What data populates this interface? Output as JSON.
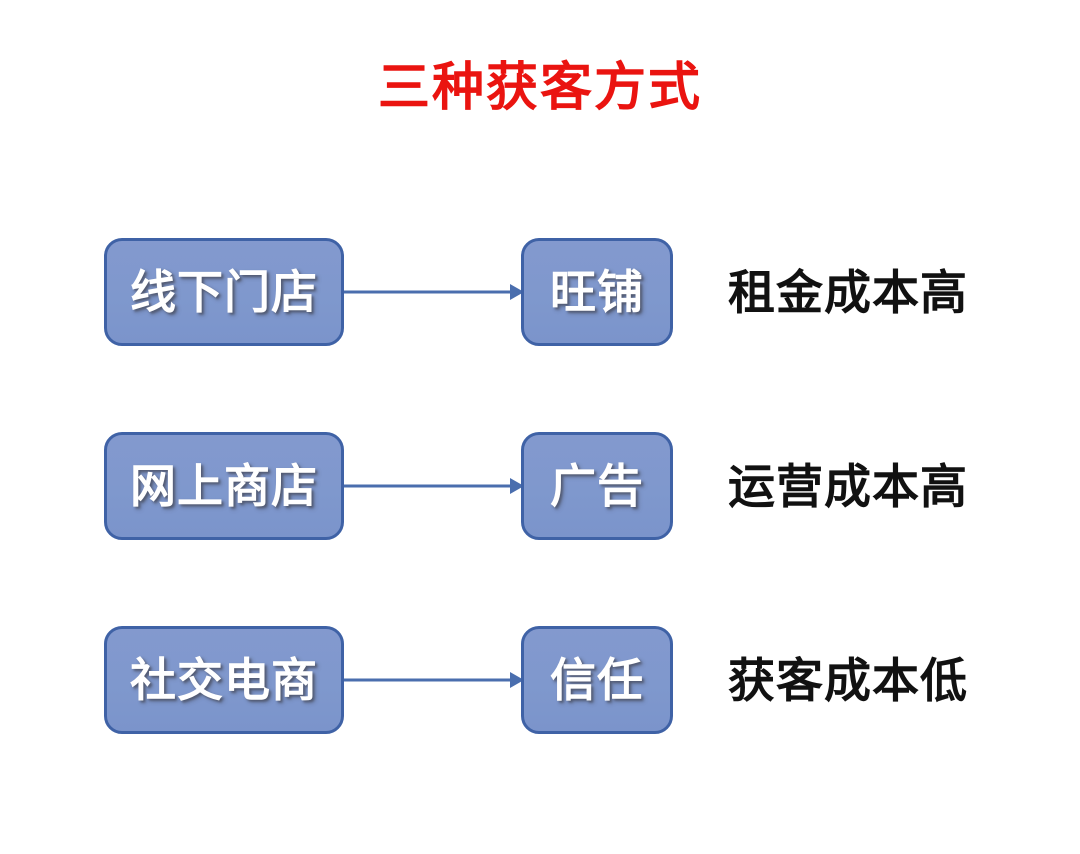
{
  "title": "三种获客方式",
  "colors": {
    "title_red": "#ea1410",
    "box_fill": "#7f98cd",
    "box_border": "#3f62a6",
    "box_text": "#ffffff",
    "arrow": "#4a6eae",
    "outcome_text": "#111111",
    "background": "#ffffff"
  },
  "rows": [
    {
      "source": "线下门店",
      "arrow": "arrow-right-icon",
      "target": "旺铺",
      "outcome": "租金成本高"
    },
    {
      "source": "网上商店",
      "arrow": "arrow-right-icon",
      "target": "广告",
      "outcome": "运营成本高"
    },
    {
      "source": "社交电商",
      "arrow": "arrow-right-icon",
      "target": "信任",
      "outcome": "获客成本低"
    }
  ]
}
